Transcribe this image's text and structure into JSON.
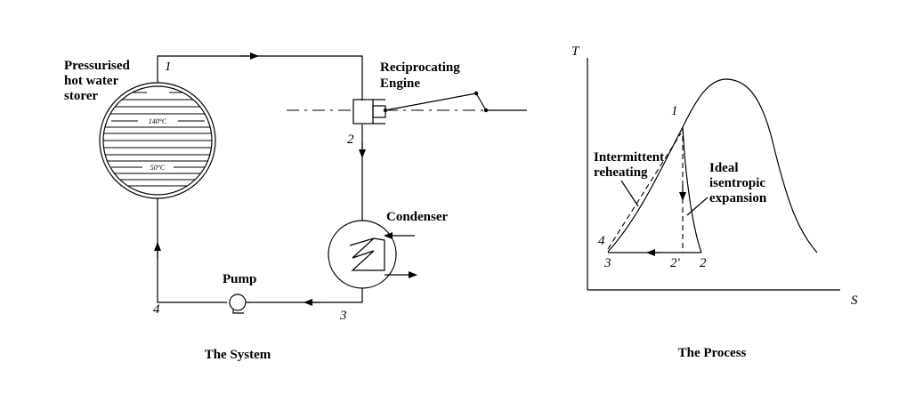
{
  "system": {
    "storer_label": [
      "Pressurised",
      "hot water",
      "storer"
    ],
    "temp_top": "140°C",
    "temp_bottom": "50°C",
    "engine_label": [
      "Reciprocating",
      "Engine"
    ],
    "condenser_label": "Condenser",
    "pump_label": "Pump",
    "points": {
      "p1": "1",
      "p2": "2",
      "p3": "3",
      "p4": "4"
    },
    "caption": "The System"
  },
  "process": {
    "axis_t": "T",
    "axis_s": "S",
    "reheat_label": [
      "Intermittent",
      "reheating"
    ],
    "ideal_label": [
      "Ideal",
      "isentropic",
      "expansion"
    ],
    "points": {
      "p1": "1",
      "p2": "2",
      "p2prime": "2'",
      "p3": "3",
      "p4": "4"
    },
    "caption": "The Process"
  }
}
